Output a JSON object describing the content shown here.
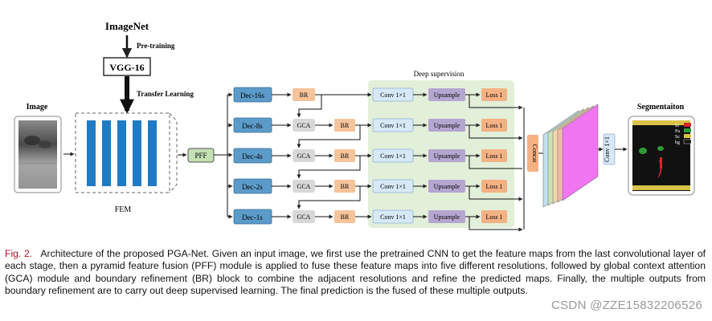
{
  "figure": {
    "imagenet": "ImageNet",
    "pretraining": "Pre-training",
    "vgg": "VGG-16",
    "transfer": "Transfer Learning",
    "image_label": "Image",
    "fem": "FEM",
    "pff": "PFF",
    "deep_supervision": "Deep supervision",
    "decoders": [
      "Dec-16s",
      "Dec-8s",
      "Dec-4s",
      "Dec-2s",
      "Dec-1s"
    ],
    "gca": "GCA",
    "br": "BR",
    "conv": "Conv 1×1",
    "upsample": "Upsample",
    "loss": "Loss 1",
    "concat": "Concat",
    "final_conv": "Conv 1×1",
    "segmentation": "Segmentaiton",
    "legend": [
      "In",
      "Pa",
      "Sc",
      "bg"
    ],
    "colors": {
      "dec_fill": "#5b9bc9",
      "br_fill": "#f6c39a",
      "gca_fill": "#d8d8d8",
      "conv_fill": "#d7e8f7",
      "upsample_fill": "#b5a6d0",
      "loss_fill": "#f4b183",
      "supervision_bg": "#e2efd9",
      "pff_fill": "#c5e0b4",
      "fem_bar": "#1f7bc4",
      "legend_in": "#d9242b",
      "legend_pa": "#2f9a34",
      "legend_sc": "#d9c24a",
      "legend_bg": "#111111"
    }
  },
  "caption": {
    "fig_no": "Fig. 2.",
    "text": "Architecture of the proposed PGA-Net. Given an input image, we first use the pretrained CNN to get the feature maps from the last convolutional layer of each stage, then a pyramid feature fusion (PFF) module is applied to fuse these feature maps into five different resolutions, followed by global context attention (GCA) module and boundary refinement (BR) block to combine the adjacent resolutions and refine the predicted maps. Finally, the multiple outputs from boundary refinement are to carry out deep supervised learning. The final prediction is the fused of these multiple outputs."
  },
  "watermark": "CSDN @ZZE15832206526"
}
